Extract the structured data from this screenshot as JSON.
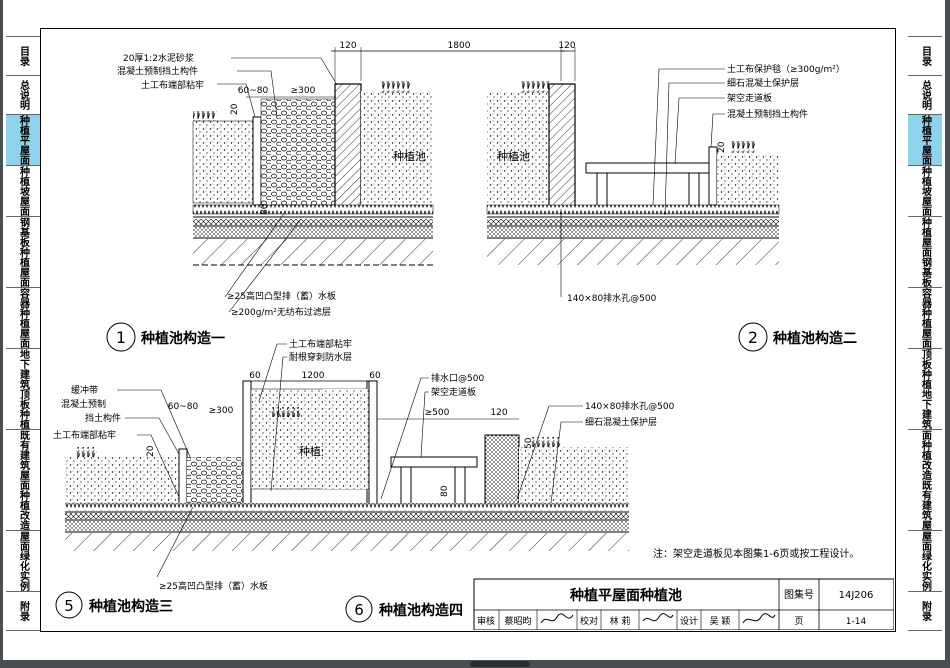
{
  "left_tabs": [
    {
      "label": "目录",
      "active": false
    },
    {
      "label": "总说明",
      "active": false
    },
    {
      "label": "种植平屋面",
      "active": true
    },
    {
      "label": "种植坡屋面",
      "active": false
    },
    {
      "label": "钢基板种植屋面",
      "active": false
    },
    {
      "label": "容器种植屋面",
      "active": false
    },
    {
      "label": "地下建筑顶板种植",
      "active": false
    },
    {
      "label": "既有建筑屋面种植改造",
      "active": false
    },
    {
      "label": "屋面绿化实例",
      "active": false
    },
    {
      "label": "附录",
      "active": false
    }
  ],
  "right_tabs": [
    {
      "label": "目录",
      "active": false
    },
    {
      "label": "总说明",
      "active": false
    },
    {
      "label": "种植平屋面",
      "active": true
    },
    {
      "label": "种植坡屋面",
      "active": false
    },
    {
      "label": "种植屋面钢基板",
      "active": false
    },
    {
      "label": "容器种植屋面",
      "active": false
    },
    {
      "label": "顶板种植地下建筑",
      "active": false
    },
    {
      "label": "面种植改造既有建筑屋",
      "active": false
    },
    {
      "label": "屋面绿化实例",
      "active": false
    },
    {
      "label": "附录",
      "active": false
    }
  ],
  "d1": {
    "num": "1",
    "title": "种植池构造一",
    "l_mortar": "20厚1:2水泥砂浆",
    "l_wall": "混凝土预制挡土构件",
    "l_geo": "土工布端部粘牢",
    "d_6080": "60~80",
    "d_300": "≥300",
    "d_20": "20",
    "d_80": "80",
    "d_120a": "120",
    "d_1800": "1800",
    "d_120b": "120",
    "pool": "种植池",
    "b_board": "≥25高凹凸型排（蓄）水板",
    "b_filter": "≥200g/m²无纺布过滤层"
  },
  "d2": {
    "num": "2",
    "title": "种植池构造二",
    "l_mat": "土工布保护毯（≥300g/m²）",
    "l_gravel": "细石混凝土保护层",
    "l_walk": "架空走道板",
    "l_wall": "混凝土预制挡土构件",
    "pool": "种植池",
    "d_20": "20",
    "b_hole": "140×80排水孔@500"
  },
  "d5": {
    "num": "5",
    "title": "种植池构造三",
    "l_buffer": "缓冲带",
    "l_wall1": "混凝土预制",
    "l_wall2": "挡土构件",
    "l_geo": "土工布端部粘牢",
    "d_6080": "60~80",
    "d_300": "≥300",
    "d_20": "20",
    "d_60a": "60",
    "d_1200": "1200",
    "d_60b": "60",
    "t_geo": "土工布端部粘牢",
    "t_root": "耐根穿刺防水层",
    "pool": "种植池",
    "b_board": "≥25高凹凸型排（蓄）水板"
  },
  "d6": {
    "num": "6",
    "title": "种植池构造四",
    "l_outlet": "排水口@500",
    "l_walk": "架空走道板",
    "d_500": "≥500",
    "d_120": "120",
    "d_50": "50",
    "d_80": "80",
    "r_hole": "140×80排水孔@500",
    "r_gravel": "细石混凝土保护层"
  },
  "note": "注：架空走道板见本图集1-6页或按工程设计。",
  "title_block": {
    "title": "种植平屋面种植池",
    "atlas_label": "图集号",
    "atlas_value": "14J206",
    "review_label": "审核",
    "review_name": "蔡昭昀",
    "check_label": "校对",
    "check_name": "林 莉",
    "design_label": "设计",
    "design_name": "吴 颖",
    "page_label": "页",
    "page_value": "1-14"
  }
}
